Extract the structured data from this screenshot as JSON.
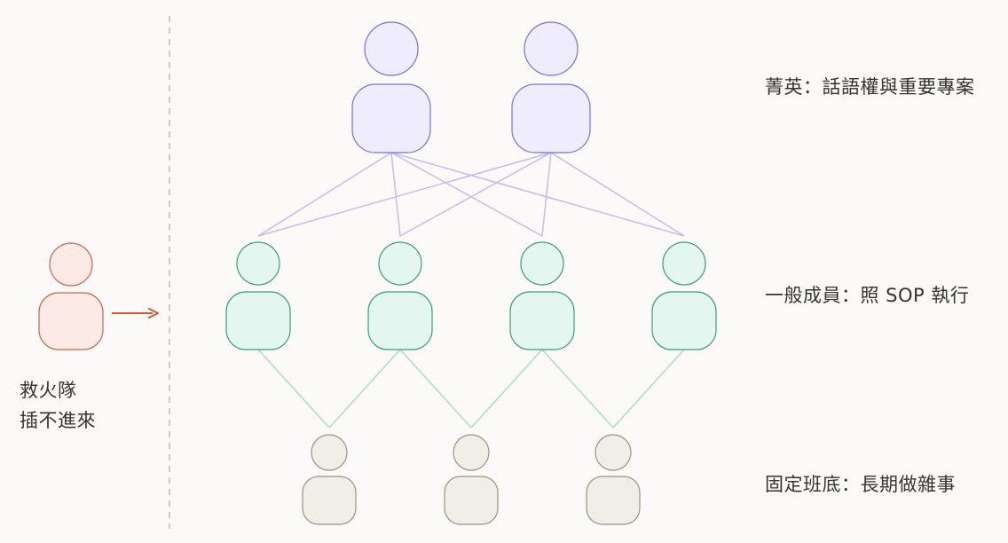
{
  "diagram": {
    "colors": {
      "background": "#FBFAF8",
      "elite_fill": "#EFEDFD",
      "elite_stroke": "#7B6FD6",
      "elite_link": "#C3BCF1",
      "member_fill": "#E3F6EF",
      "member_stroke": "#3F9B7C",
      "member_link": "#A9DDC9",
      "base_fill": "#F1EEE8",
      "base_stroke": "#9A9285",
      "rescue_fill": "#FCEAE6",
      "rescue_stroke": "#C8664B",
      "arrow": "#D2582E",
      "divider": "#BBBBBB",
      "text": "#333333"
    },
    "tiers": {
      "elite": {
        "label": "菁英：話語權與重要專案",
        "count": 2
      },
      "member": {
        "label": "一般成員：照 SOP 執行",
        "count": 4
      },
      "base": {
        "label": "固定班底：長期做雜事",
        "count": 3
      }
    },
    "rescue": {
      "label_line1": "救火隊",
      "label_line2": "插不進來"
    }
  }
}
